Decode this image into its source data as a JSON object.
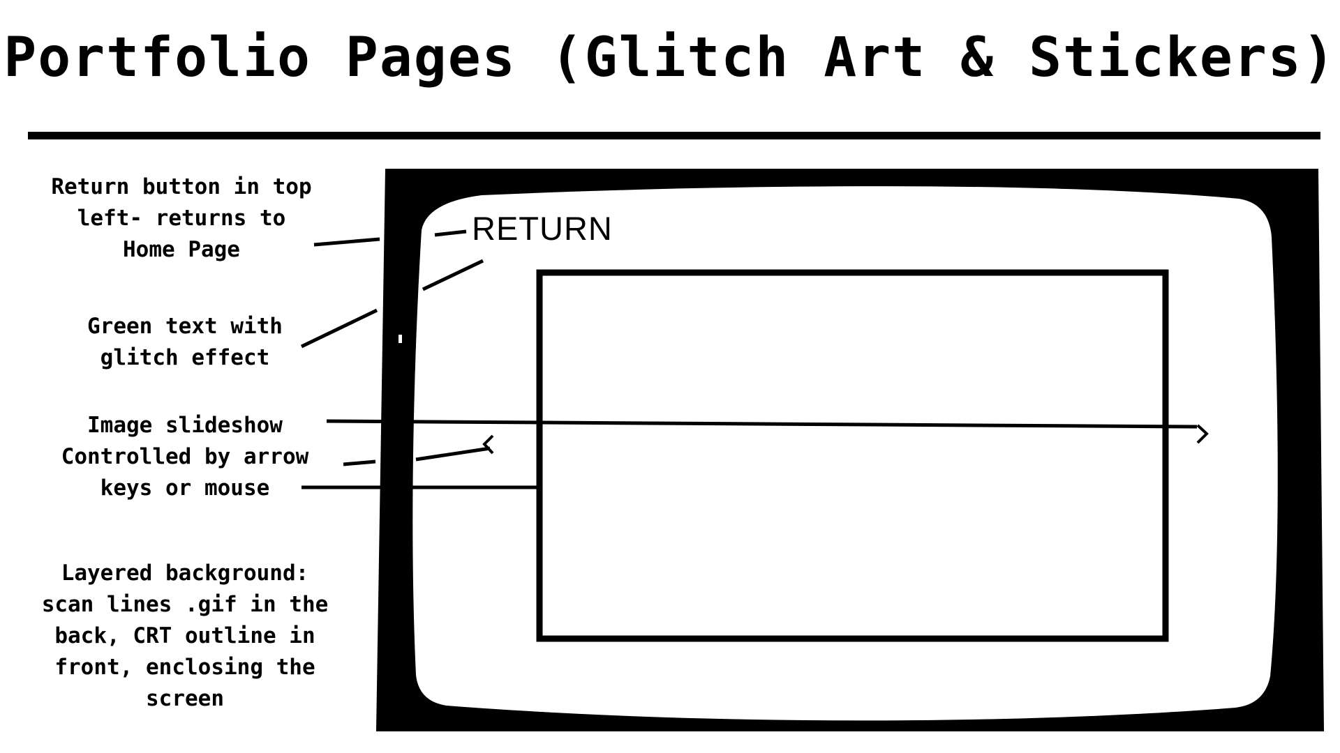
{
  "title": "Portfolio Pages (Glitch Art & Stickers)",
  "screen": {
    "return_label": "RETURN",
    "prev_arrow": "‹",
    "next_arrow": "›"
  },
  "annotations": {
    "return_button": "Return button in top\nleft- returns to\nHome Page",
    "green_text": "Green text with\nglitch effect",
    "slideshow": "Image slideshow\nControlled by arrow\nkeys or mouse",
    "layered_background": "Layered background:\nscan lines .gif in the\nback, CRT outline in\nfront, enclosing the\nscreen"
  }
}
